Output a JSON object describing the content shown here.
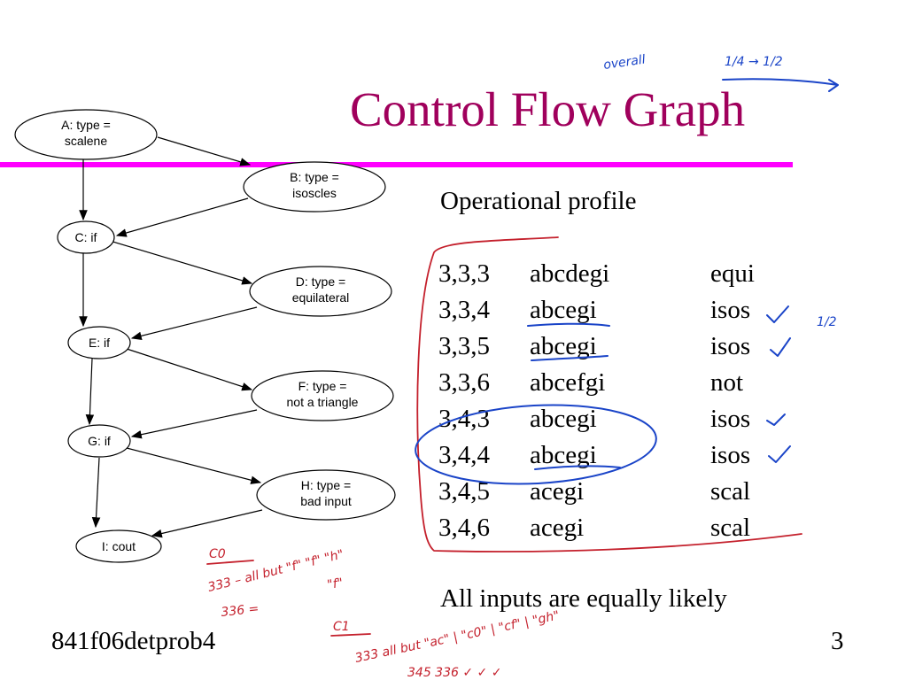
{
  "slide": {
    "title": "Control Flow Graph",
    "subheading": "Operational profile",
    "footer_note": "All inputs are equally likely",
    "footer_left": "841f06detprob4",
    "page_number": "3"
  },
  "graph": {
    "nodes": {
      "A": [
        "A: type =",
        "scalene"
      ],
      "B": [
        "B: type =",
        "isoscles"
      ],
      "C": [
        "C: if"
      ],
      "D": [
        "D: type =",
        "equilateral"
      ],
      "E": [
        "E: if"
      ],
      "F": [
        "F: type =",
        "not a triangle"
      ],
      "G": [
        "G: if"
      ],
      "H": [
        "H: type =",
        "bad input"
      ],
      "I": [
        "I: cout"
      ]
    }
  },
  "profile": [
    {
      "input": "3,3,3",
      "path": "abcdegi",
      "result": "equi"
    },
    {
      "input": "3,3,4",
      "path": "abcegi",
      "result": "isos"
    },
    {
      "input": "3,3,5",
      "path": "abcegi",
      "result": "isos"
    },
    {
      "input": "3,3,6",
      "path": "abcefgi",
      "result": "not"
    },
    {
      "input": "3,4,3",
      "path": "abcegi",
      "result": "isos"
    },
    {
      "input": "3,4,4",
      "path": "abcegi",
      "result": "isos"
    },
    {
      "input": "3,4,5",
      "path": "acegi",
      "result": "scal"
    },
    {
      "input": "3,4,6",
      "path": "acegi",
      "result": "scal"
    }
  ],
  "annotations": {
    "overall": "overall",
    "ratio_top": "1/4 → 1/2",
    "ratio_side": "1/2",
    "c0_label": "C0",
    "c0_line1": "333 – all but \"f\" \"f\" \"h\"",
    "c0_line2": "\"f\"",
    "c0_line3": "336 =",
    "c1_label": "C1",
    "c1_line1": "333 all but \"ac\" | \"c0\" | \"cf\" | \"gh\"",
    "c1_line2": "345     336 ✓     ✓     ✓"
  }
}
